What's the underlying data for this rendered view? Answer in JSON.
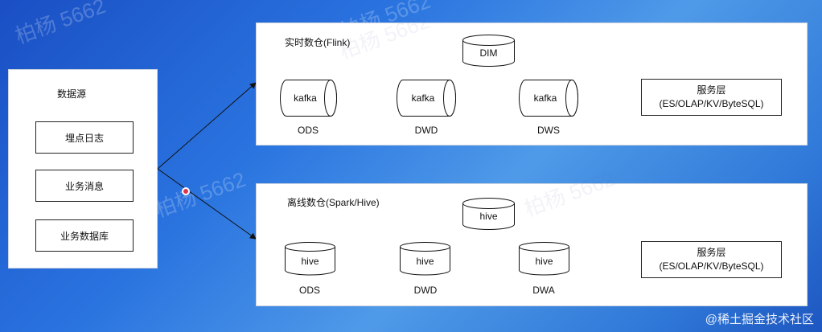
{
  "source": {
    "title": "数据源",
    "items": [
      "埋点日志",
      "业务消息",
      "业务数据库"
    ]
  },
  "realtime": {
    "title": "实时数仓(Flink)",
    "dim": "DIM",
    "ods": {
      "store": "kafka",
      "layer": "ODS"
    },
    "dwd": {
      "store": "kafka",
      "layer": "DWD"
    },
    "dws": {
      "store": "kafka",
      "layer": "DWS"
    },
    "service": {
      "line1": "服务层",
      "line2": "(ES/OLAP/KV/ByteSQL)"
    }
  },
  "offline": {
    "title": "离线数仓(Spark/Hive)",
    "dim": "hive",
    "ods": {
      "store": "hive",
      "layer": "ODS"
    },
    "dwd": {
      "store": "hive",
      "layer": "DWD"
    },
    "dwa": {
      "store": "hive",
      "layer": "DWA"
    },
    "service": {
      "line1": "服务层",
      "line2": "(ES/OLAP/KV/ByteSQL)"
    }
  },
  "watermark": "柏杨 5662",
  "footer": "@稀土掘金技术社区",
  "colors": {
    "background_start": "#1a4fc4",
    "background_end": "#4f9ae8",
    "cursor": "#e0344a"
  }
}
